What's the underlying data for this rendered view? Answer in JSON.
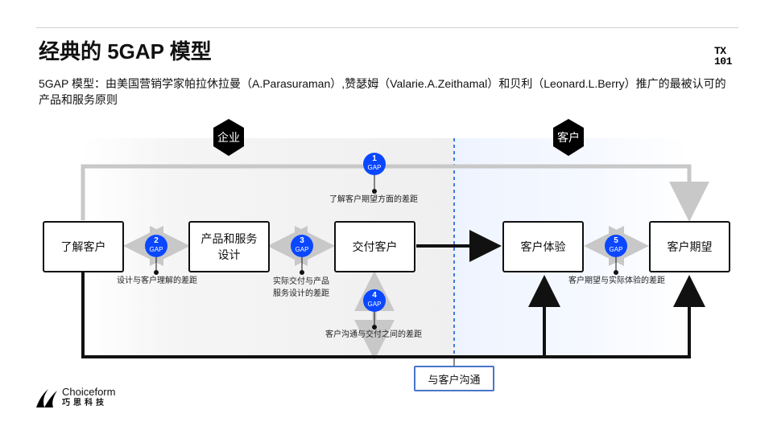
{
  "slide": {
    "title": "经典的 5GAP 模型",
    "subtitle": "5GAP 模型：由美国营销学家帕拉休拉曼（A.Parasuraman）,赞瑟姆（Valarie.A.Zeithamal）和贝利（Leonard.L.Berry）推广的最被认可的产品和服务原则",
    "top_logo": [
      "TX",
      "101"
    ],
    "brand": {
      "name": "Choiceform",
      "chinese": "巧思科技"
    }
  },
  "regions": {
    "enterprise": "企业",
    "customer": "客户"
  },
  "boxes": {
    "understand_customer": "了解客户",
    "product_design": "产品和服务\n设计",
    "deliver_customer": "交付客户",
    "customer_experience": "客户体验",
    "customer_expectation": "客户期望"
  },
  "gaps": [
    {
      "number": "1",
      "label": "GAP",
      "description": "了解客户期望方面的差距"
    },
    {
      "number": "2",
      "label": "GAP",
      "description": "设计与客户理解的差距"
    },
    {
      "number": "3",
      "label": "GAP",
      "description": "实际交付与产品\n服务设计的差距"
    },
    {
      "number": "4",
      "label": "GAP",
      "description": "客户沟通与交付之间的差距"
    },
    {
      "number": "5",
      "label": "GAP",
      "description": "客户期望与实际体验的差距"
    }
  ],
  "communication": "与客户沟通",
  "colors": {
    "gap_blue": "#0a47ff",
    "line_black": "#111111",
    "line_gray": "#c8c8c8",
    "region_blue": "#eef4ff",
    "comm_border": "#4a74c9"
  }
}
